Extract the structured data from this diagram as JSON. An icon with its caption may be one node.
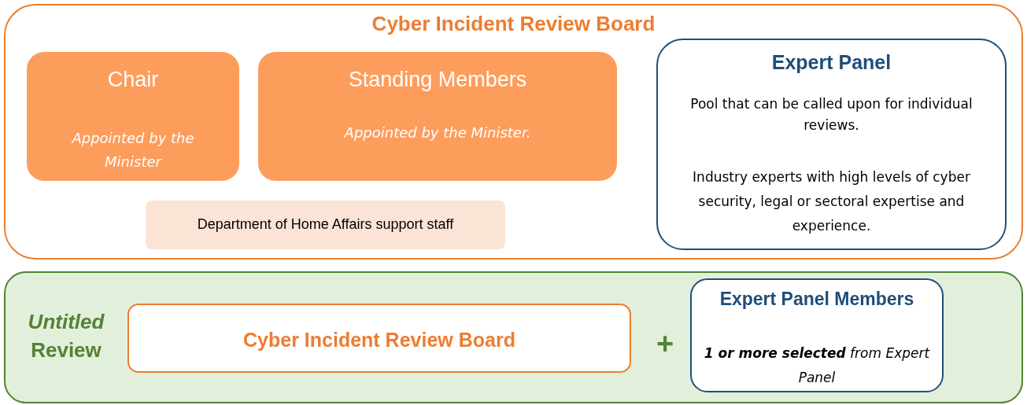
{
  "diagram": {
    "nodes": [
      {
        "text": [
          "Cyber Incident Review Board"
        ]
      },
      {
        "text": [
          "Chair",
          "Appointed by the Minister"
        ],
        "in": 0
      },
      {
        "text": [
          "Standing Members",
          "Appointed by the Minister."
        ],
        "in": 0
      },
      {
        "text": [
          "Department of Home Affairs support staff"
        ],
        "in": 0
      },
      {
        "text": [
          "Expert Panel",
          "Pool that can be called upon for individual reviews.",
          "Industry experts with high levels of cyber security, legal or sectoral expertise and experience."
        ],
        "in": 0
      },
      {
        "text": [
          "*Untitled* Review"
        ]
      },
      {
        "text": [
          "Cyber Incident Review Board"
        ],
        "in": 5
      },
      {
        "text": [
          "Expert Panel Members",
          "**1 or more selected** from Expert Panel"
        ],
        "in": 5
      }
    ],
    "labels": [
      "+"
    ]
  }
}
